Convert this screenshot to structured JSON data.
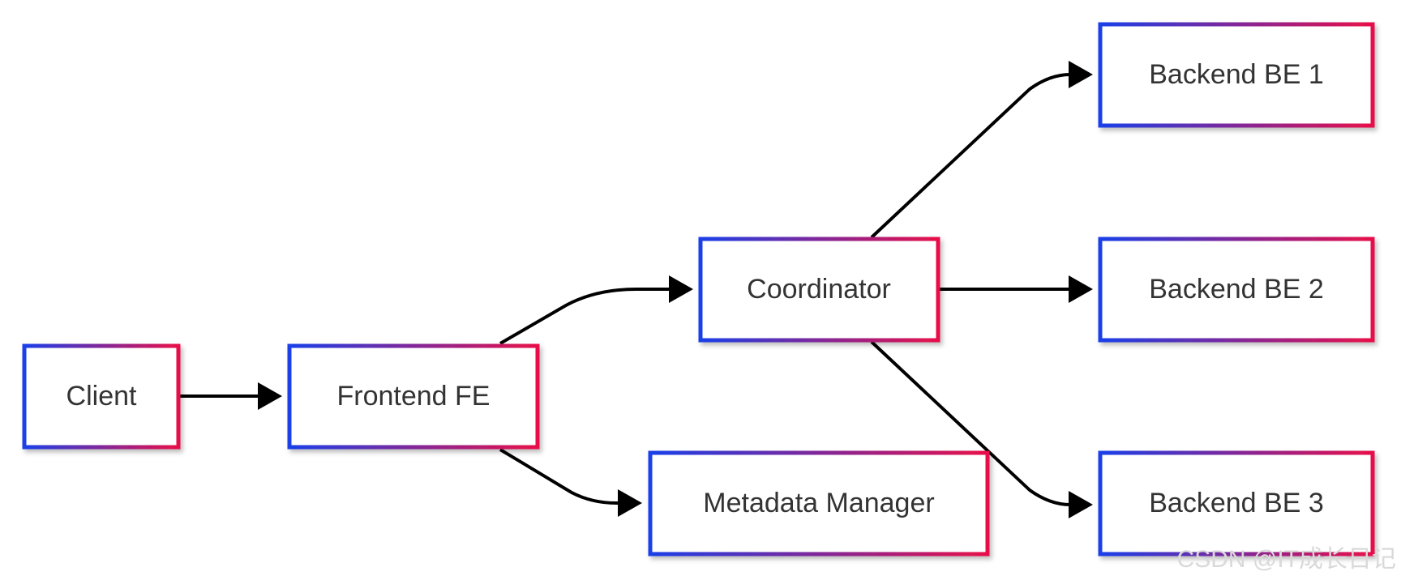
{
  "nodes": {
    "client": {
      "label": "Client"
    },
    "frontend": {
      "label": "Frontend FE"
    },
    "coordinator": {
      "label": "Coordinator"
    },
    "metadata": {
      "label": "Metadata Manager"
    },
    "be1": {
      "label": "Backend BE 1"
    },
    "be2": {
      "label": "Backend BE 2"
    },
    "be3": {
      "label": "Backend BE 3"
    }
  },
  "edges": [
    {
      "from": "Client",
      "to": "Frontend FE"
    },
    {
      "from": "Frontend FE",
      "to": "Coordinator"
    },
    {
      "from": "Frontend FE",
      "to": "Metadata Manager"
    },
    {
      "from": "Coordinator",
      "to": "Backend BE 1"
    },
    {
      "from": "Coordinator",
      "to": "Backend BE 2"
    },
    {
      "from": "Coordinator",
      "to": "Backend BE 3"
    }
  ],
  "style": {
    "border_gradient_start": "#1a3fe8",
    "border_gradient_end": "#e8104a",
    "edge_color": "#000000",
    "label_color": "#333333"
  },
  "watermark": "CSDN @IT成长日记"
}
